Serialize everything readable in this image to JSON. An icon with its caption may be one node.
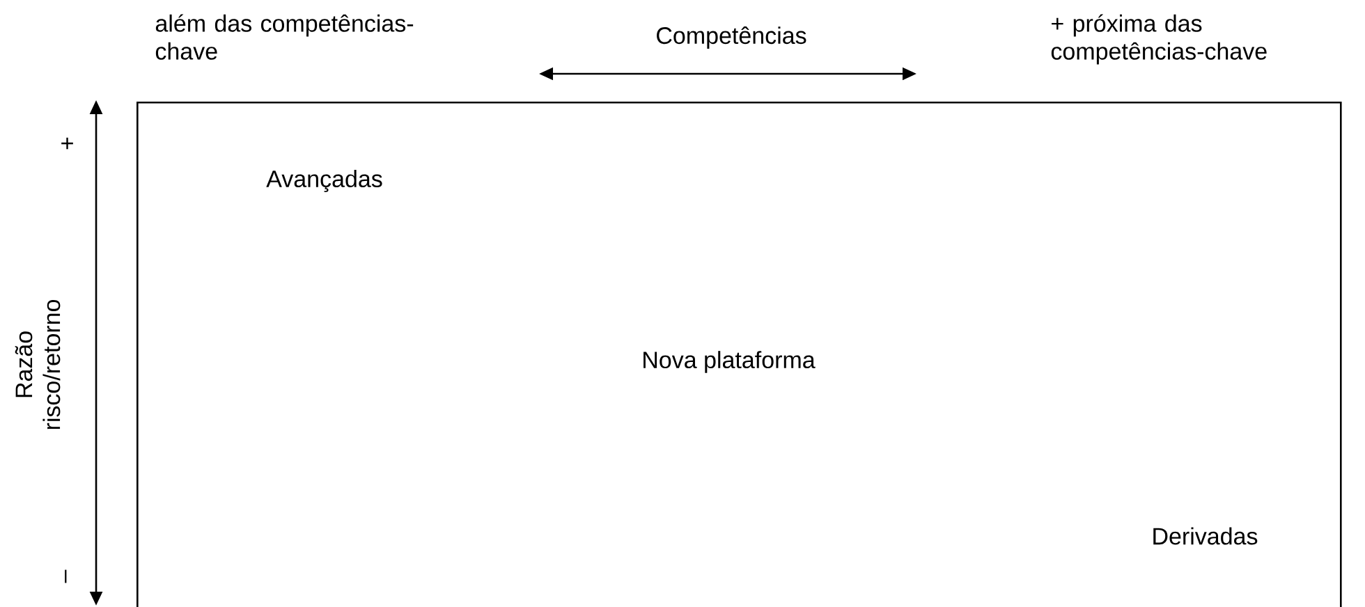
{
  "diagram": {
    "nodes": [
      {
        "text": [
          "Avançadas",
          "Nova plataforma",
          "Derivadas"
        ]
      }
    ],
    "edges": [],
    "labels": [
      "além das competências-chave",
      "Competências",
      "+ próxima das competências-chave",
      "+",
      "Razão risco/retorno",
      "–"
    ]
  }
}
